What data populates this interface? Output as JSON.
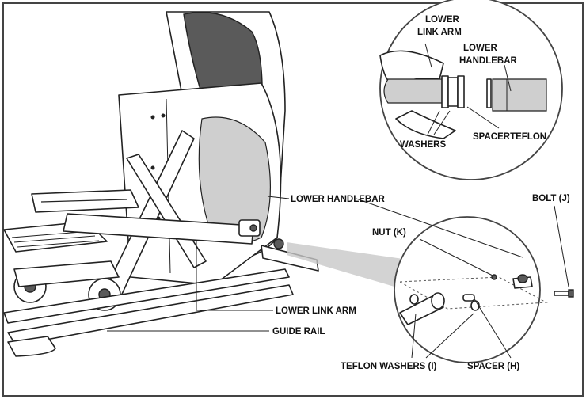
{
  "labels": {
    "inset_lower_link_arm_line1": "LOWER",
    "inset_lower_link_arm_line2": "LINK ARM",
    "inset_lower_handlebar_line1": "LOWER",
    "inset_lower_handlebar_line2": "HANDLEBAR",
    "inset_washers": "WASHERS",
    "inset_spacer_teflon": "SPACERTEFLON",
    "lower_handlebar": "LOWER HANDLEBAR",
    "bolt": "BOLT (J)",
    "nut": "NUT (K)",
    "lower_link_arm": "LOWER LINK ARM",
    "guide_rail": "GUIDE RAIL",
    "teflon_washers": "TEFLON WASHERS (I)",
    "spacer": "SPACER (H)"
  },
  "colors": {
    "ink": "#222222",
    "shade": "#5a5a5a",
    "mid": "#9a9a9a",
    "light": "#cfcfcf"
  }
}
